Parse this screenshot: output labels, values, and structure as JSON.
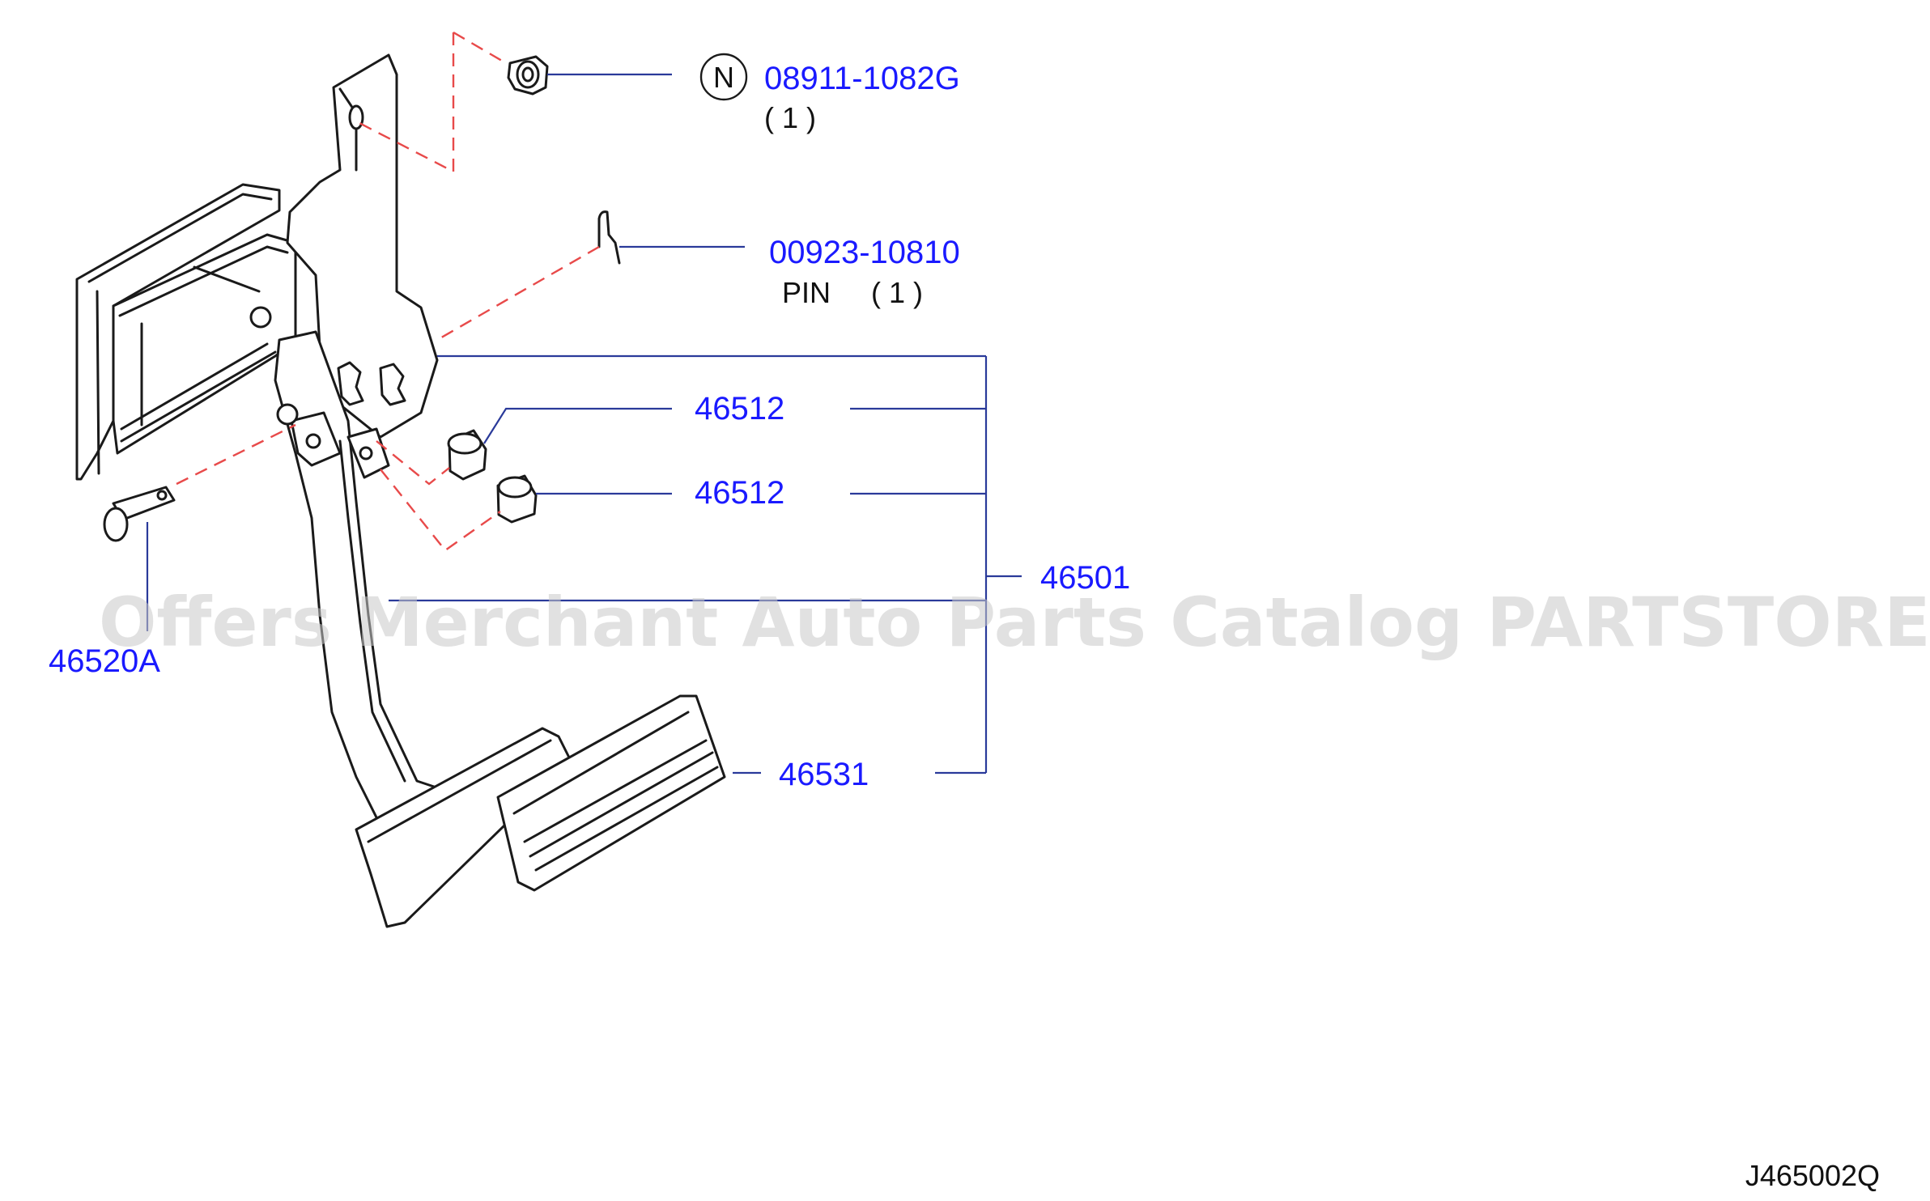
{
  "diagram": {
    "ref_code": "J465002Q",
    "watermark": "Offers Merchant Auto Parts Catalog PARTSTORE.SA",
    "parts": [
      {
        "id": "nut",
        "number": "08911-1082G",
        "qty": "( 1 )",
        "symbol": "N"
      },
      {
        "id": "pin",
        "number": "00923-10810",
        "name": "PIN",
        "qty": "( 1 )"
      },
      {
        "id": "pad-upper",
        "number": "46512"
      },
      {
        "id": "pad-lower",
        "number": "46512"
      },
      {
        "id": "pedal-assembly",
        "number": "46501"
      },
      {
        "id": "clevis-pin",
        "number": "46520A"
      },
      {
        "id": "pedal-pad",
        "number": "46531"
      }
    ]
  }
}
